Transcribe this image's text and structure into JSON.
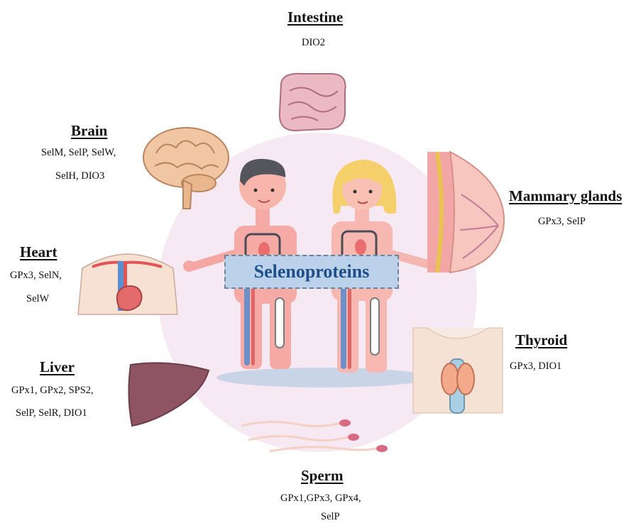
{
  "center": {
    "label": "Selenoproteins"
  },
  "organs": {
    "intestine": {
      "title": "Intestine",
      "lines": [
        "DIO2"
      ]
    },
    "brain": {
      "title": "Brain",
      "lines": [
        "SelM, SelP, SelW,",
        "SelH, DIO3"
      ]
    },
    "mammary": {
      "title": "Mammary glands",
      "lines": [
        "GPx3, SelP"
      ]
    },
    "heart": {
      "title": "Heart",
      "lines": [
        "GPx3, SelN,",
        "SelW"
      ]
    },
    "thyroid": {
      "title": "Thyroid",
      "lines": [
        "GPx3, DIO1"
      ]
    },
    "liver": {
      "title": "Liver",
      "lines": [
        "GPx1, GPx2, SPS2,",
        "SelP, SelR, DIO1"
      ]
    },
    "sperm": {
      "title": "Sperm",
      "lines": [
        "GPx1,GPx3,  GPx4,",
        "SelP"
      ]
    }
  },
  "colors": {
    "circle": "#f7e9f3",
    "skin": "#f6b3ae",
    "label_box": "#bcd2ea",
    "label_text": "#1f4f8a",
    "liver": "#8e5464",
    "intestine": "#eab9c4",
    "brain": "#f0c7a2"
  }
}
